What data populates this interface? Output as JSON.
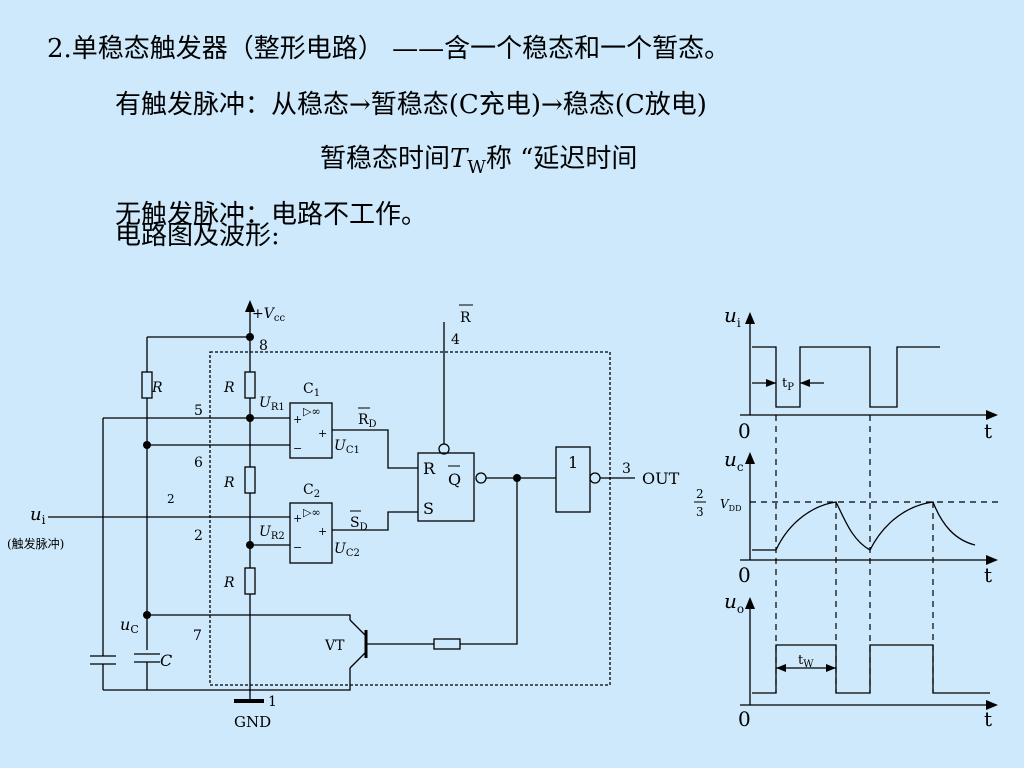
{
  "slide": {
    "heading": "2.单稳态触发器（整形电路） ——含一个稳态和一个暂态。",
    "trigger_line": "有触发脉冲：从稳态→暂稳态(C充电)→稳态(C放电)",
    "delay_prefix": "暂稳态时间",
    "delay_T": "T",
    "delay_sub": "W",
    "delay_suffix": "称 “延迟时间",
    "no_trigger_line": "无触发脉冲：电路不工作。",
    "waveform_line": "电路图及波形:"
  },
  "circuit": {
    "vcc": "+V",
    "vcc_sub": "cc",
    "pin_8": "8",
    "reset_bar": "R",
    "pin_4": "4",
    "r_top_left": "R",
    "r_divider_1": "R",
    "r_divider_2": "R",
    "r_divider_3": "R",
    "pin_5": "5",
    "pin_6": "6",
    "pin_2_inner": "2",
    "pin_2": "2",
    "ur1": "U",
    "ur1_sub": "R1",
    "ur2": "U",
    "ur2_sub": "R2",
    "c1_label": "C",
    "c1_sub": "1",
    "c2_label": "C",
    "c2_sub": "2",
    "comp_inf": "▷∞",
    "plus": "+",
    "minus": "−",
    "uc1": "U",
    "uc1_sub": "C1",
    "uc2": "U",
    "uc2_sub": "C2",
    "rd_bar": "R",
    "rd_sub": "D",
    "sd_bar": "S",
    "sd_sub": "D",
    "ff_r": "R",
    "ff_s": "S",
    "ff_qbar": "Q",
    "inv_label": "1",
    "pin_3": "3",
    "out": "OUT",
    "ui": "u",
    "ui_sub": "i",
    "trigger_note": "(触发脉冲)",
    "uc": "u",
    "uc_sub": "C",
    "cap": "C",
    "pin_7": "7",
    "vt": "VT",
    "pin_1": "1",
    "gnd": "GND"
  },
  "waveforms": {
    "ui_label": "u",
    "ui_sub": "i",
    "tp": "t",
    "tp_sub": "P",
    "uc_label": "u",
    "uc_sub": "c",
    "frac_num": "2",
    "frac_den": "3",
    "vdd": "V",
    "vdd_sub": "DD",
    "uo_label": "u",
    "uo_sub": "o",
    "tw": "t",
    "tw_sub": "W",
    "origin": "0",
    "t_axis": "t"
  }
}
